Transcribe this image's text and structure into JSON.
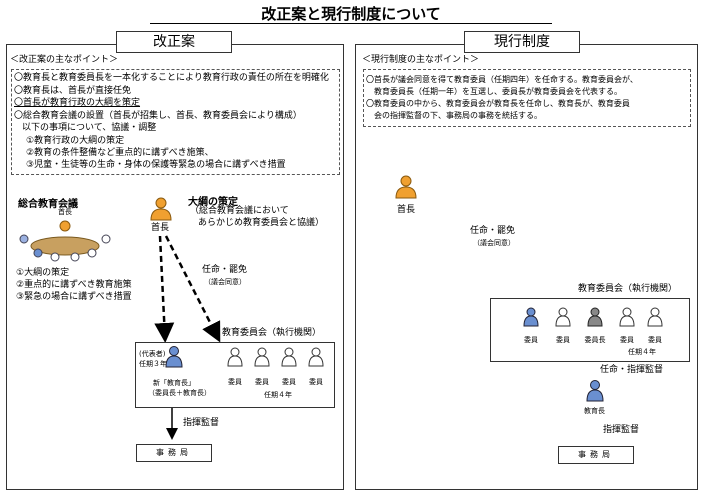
{
  "title": "改正案と現行制度について",
  "left": {
    "tab": "改正案",
    "points_header": "＜改正案の主なポイント＞",
    "points": [
      "〇教育長と教育委員長を一本化することにより教育行政の責任の所在を明確化",
      "〇教育長は、首長が直接任免",
      "〇首長が教育行政の大綱を策定",
      "〇総合教育会議の設置（首長が招集し、首長、教育委員会により構成）",
      "以下の事項について、協議・調整",
      "①教育行政の大綱の策定",
      "②教育の条件整備など重点的に講ずべき施策、",
      "③児童・生徒等の生命・身体の保護等緊急の場合に講ずべき措置"
    ],
    "council_title": "総合教育会議",
    "council_head": "首長",
    "council_items": [
      "①大綱の策定",
      "②重点的に講ずべき教育施策",
      "③緊急の場合に講ずべき措置"
    ],
    "mayor_label": "首長",
    "taiko_title": "大綱の策定",
    "taiko_note1": "（総合教育会議において",
    "taiko_note2": "あらかじめ教育委員会と協議）",
    "appoint_label": "任命・罷免",
    "appoint_note": "（議会同意）",
    "board_title": "教育委員会（執行機関）",
    "rep_label": "(代表者)",
    "rep_term": "任期３年",
    "new_head1": "新「教育長」",
    "new_head2": "（委員長＋教育長）",
    "members": [
      "委員",
      "委員",
      "委員",
      "委員"
    ],
    "member_term": "任期４年",
    "supervise": "指揮監督",
    "office": "事務局"
  },
  "right": {
    "tab": "現行制度",
    "points_header": "＜現行制度の主なポイント＞",
    "points": [
      "〇首長が議会同意を得て教育委員（任期四年）を任命する。教育委員会が、",
      "教育委員長（任期一年）を互選し、委員長が教育委員会を代表する。",
      "〇教育委員の中から、教育委員会が教育長を任命し、教育長が、教育委員",
      "会の指揮監督の下、事務局の事務を統括する。"
    ],
    "mayor_label": "首長",
    "appoint_label": "任命・罷免",
    "appoint_note": "（議会同意）",
    "board_title": "教育委員会（執行機関）",
    "members": [
      "委員",
      "委員",
      "委員長",
      "委員",
      "委員"
    ],
    "member_term": "任期４年",
    "appoint_sup": "任命・指揮監督",
    "head_label": "教育長",
    "supervise": "指揮監督",
    "office": "事務局"
  },
  "colors": {
    "mayor": "#f0a030",
    "member_blue": "#6a8fd0",
    "member_white": "#ffffff",
    "chair_gray": "#888888",
    "council_table": "#c8a060"
  }
}
